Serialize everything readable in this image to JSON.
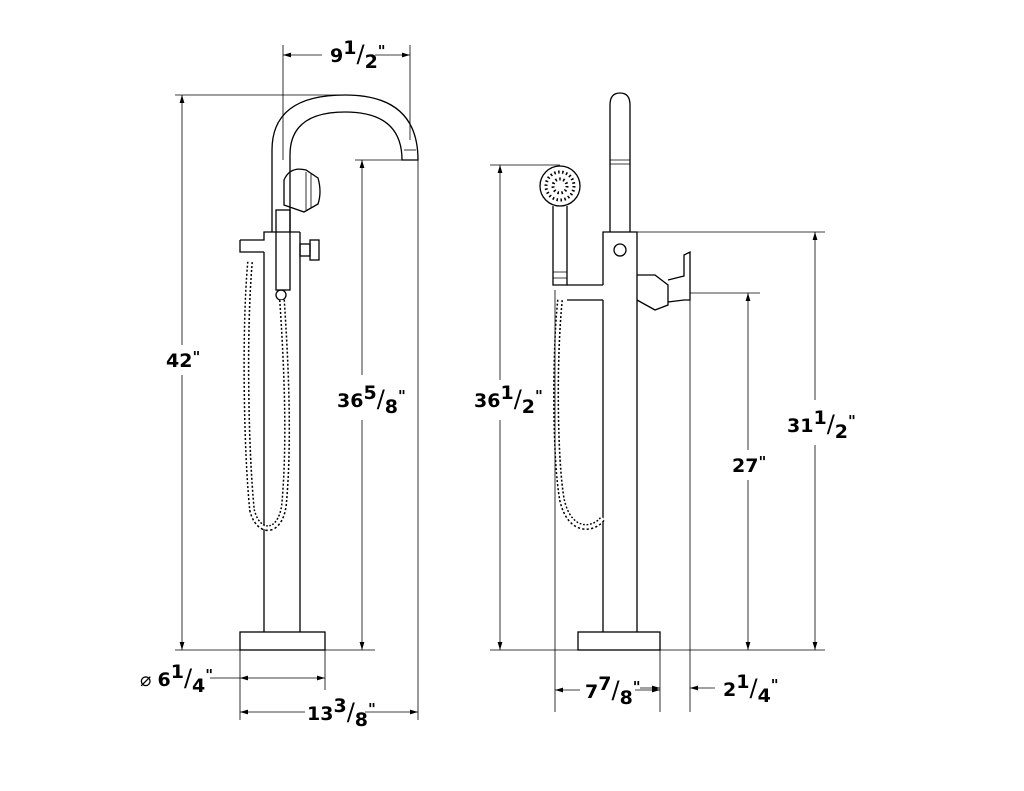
{
  "title": "Freestanding tub faucet dimension drawing",
  "colors": {
    "line": "#000000",
    "background": "#ffffff"
  },
  "dimensions": [
    {
      "id": "spout-reach",
      "whole": "9",
      "num": "1",
      "den": "2",
      "unit": "\""
    },
    {
      "id": "overall-height",
      "whole": "42",
      "num": "",
      "den": "",
      "unit": "\""
    },
    {
      "id": "spout-height",
      "whole": "36",
      "num": "5",
      "den": "8",
      "unit": "\""
    },
    {
      "id": "base-diameter",
      "prefix": "⌀",
      "whole": "6",
      "num": "1",
      "den": "4",
      "unit": "\""
    },
    {
      "id": "overall-depth",
      "whole": "13",
      "num": "3",
      "den": "8",
      "unit": "\""
    },
    {
      "id": "handshower-height",
      "whole": "36",
      "num": "1",
      "den": "2",
      "unit": "\""
    },
    {
      "id": "handle-height",
      "whole": "27",
      "num": "",
      "den": "",
      "unit": "\""
    },
    {
      "id": "body-height",
      "whole": "31",
      "num": "1",
      "den": "2",
      "unit": "\""
    },
    {
      "id": "side-width",
      "whole": "7",
      "num": "7",
      "den": "8",
      "unit": "\""
    },
    {
      "id": "handle-projection",
      "whole": "2",
      "num": "1",
      "den": "4",
      "unit": "\""
    }
  ]
}
